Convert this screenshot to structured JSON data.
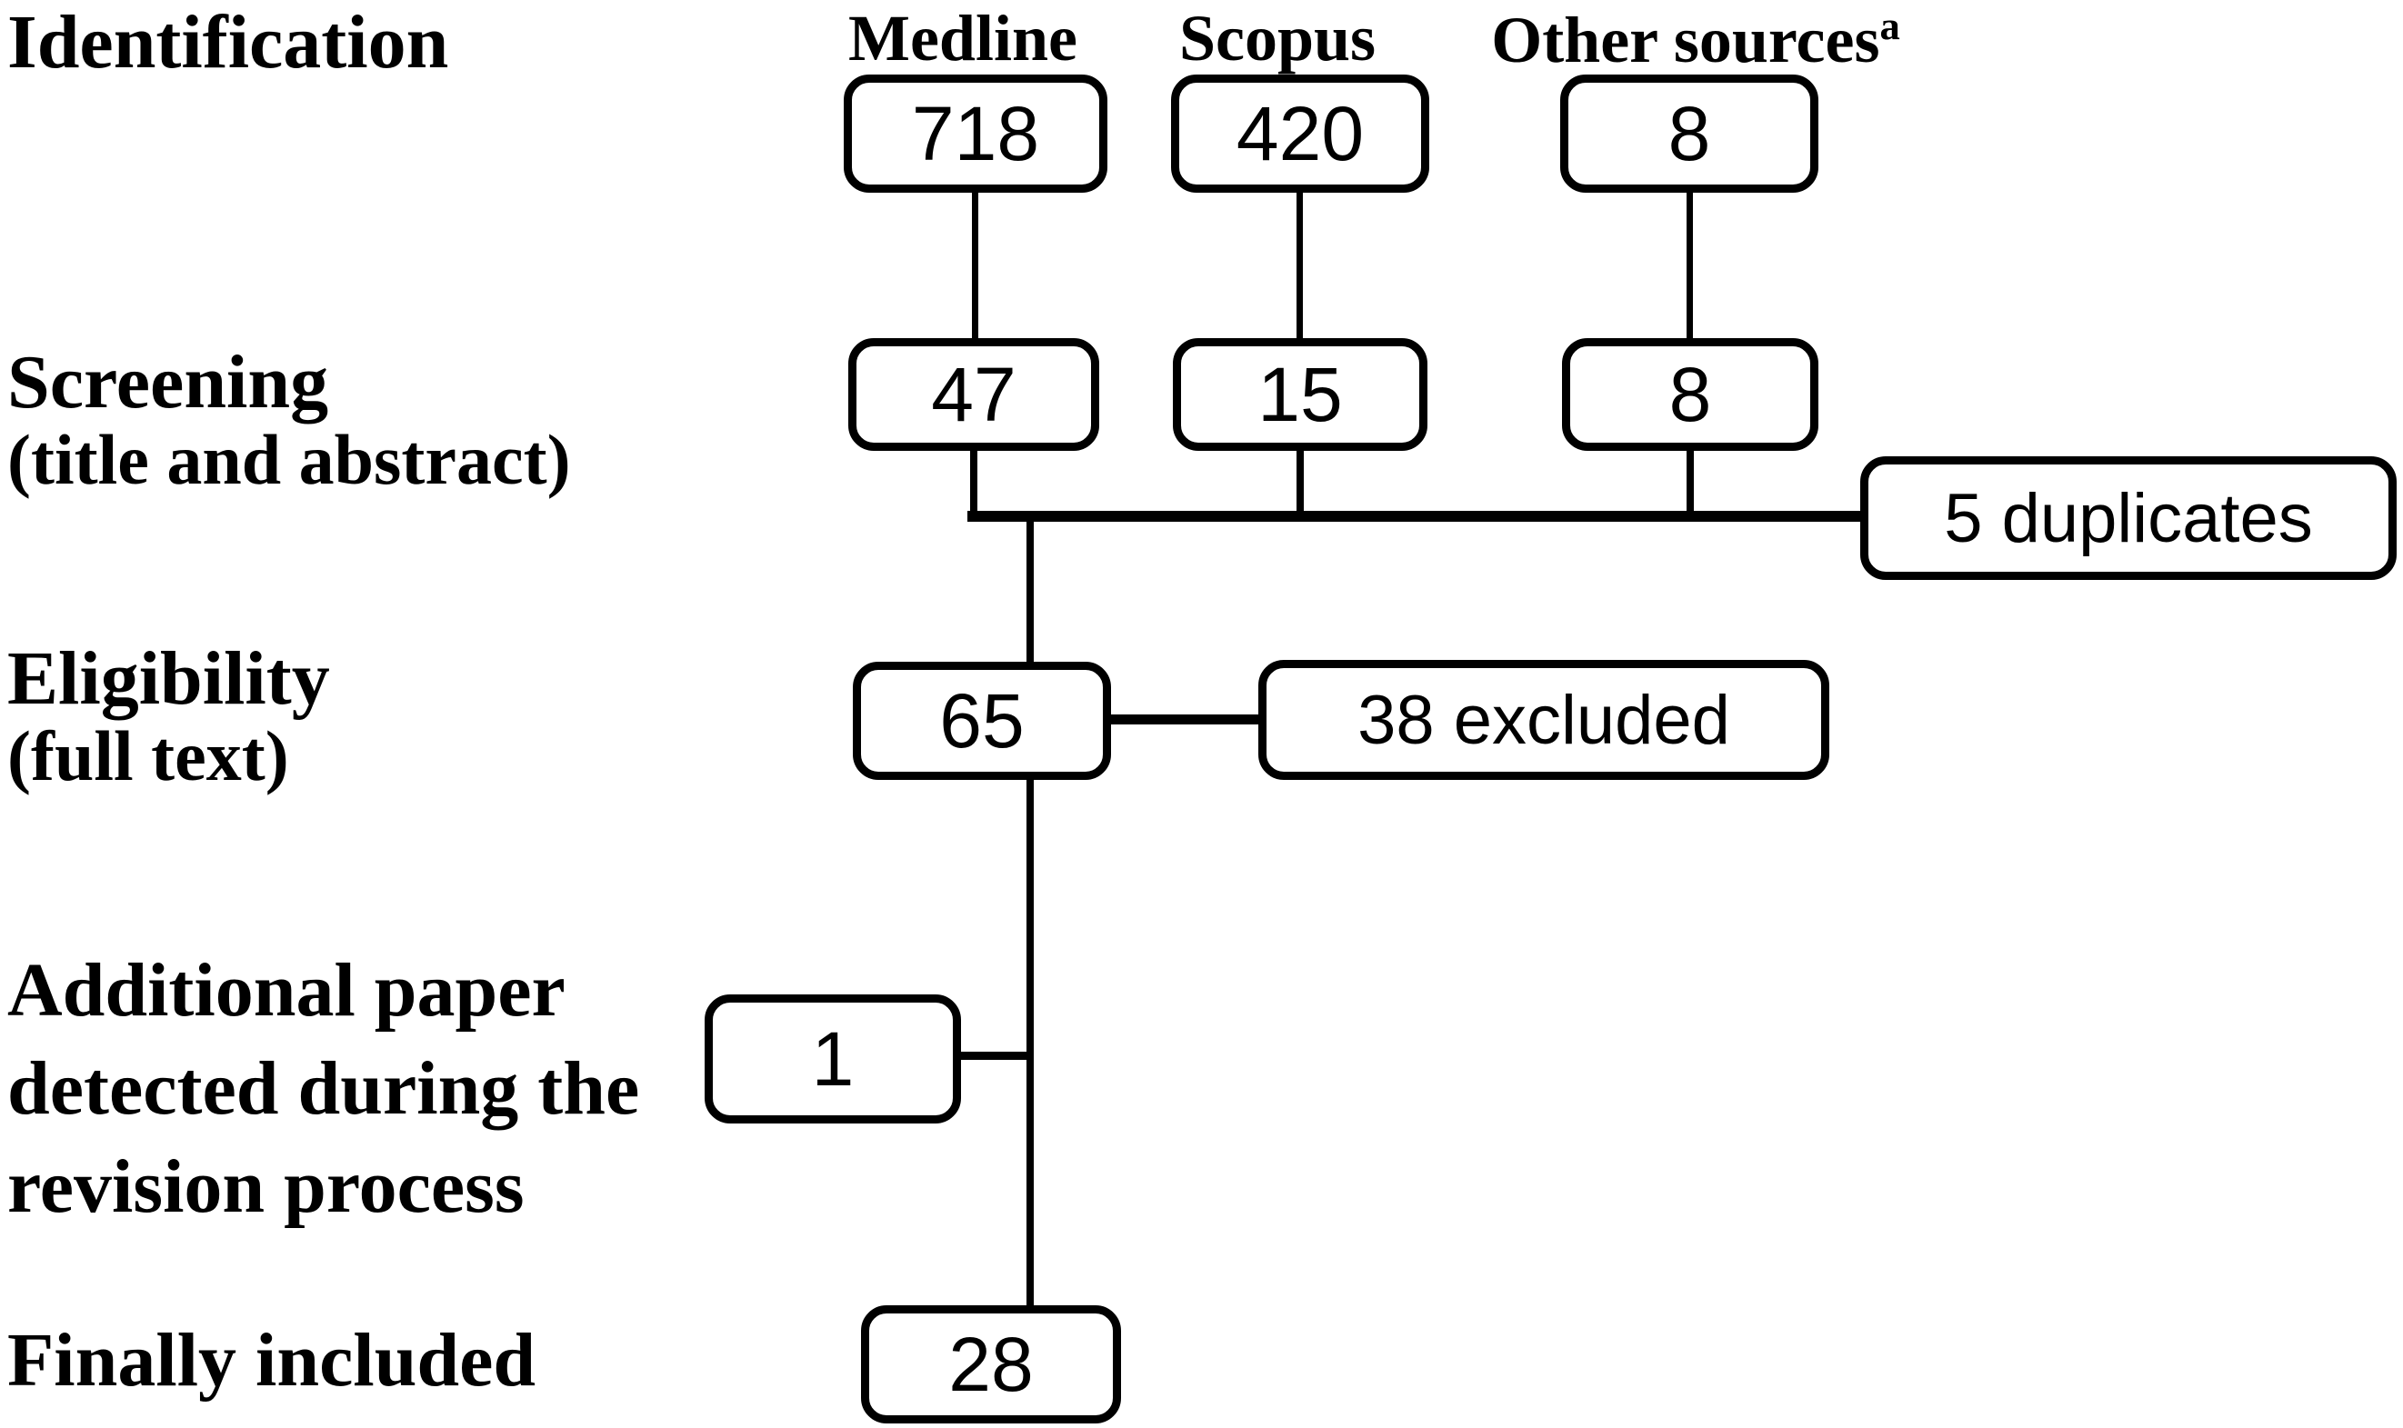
{
  "diagram": {
    "stages": [
      {
        "label": "Identification"
      },
      {
        "label": "Screening",
        "sublabel": "(title and abstract)"
      },
      {
        "label": "Eligibility",
        "sublabel": "(full text)"
      },
      {
        "lines": [
          "Additional paper",
          "detected during the",
          "revision process"
        ]
      },
      {
        "label": "Finally included"
      }
    ],
    "sources": [
      {
        "name": "Medline",
        "identified": "718",
        "screened": "47"
      },
      {
        "name": "Scopus",
        "identified": "420",
        "screened": "15"
      },
      {
        "name": "Other sources",
        "superscript": "a",
        "identified": "8",
        "screened": "8"
      }
    ],
    "duplicates_label": "5 duplicates",
    "eligibility_count": "65",
    "excluded_label": "38 excluded",
    "additional_paper_count": "1",
    "final_count": "28",
    "colors": {
      "line": "#000000",
      "background": "#ffffff",
      "text": "#000000"
    }
  }
}
